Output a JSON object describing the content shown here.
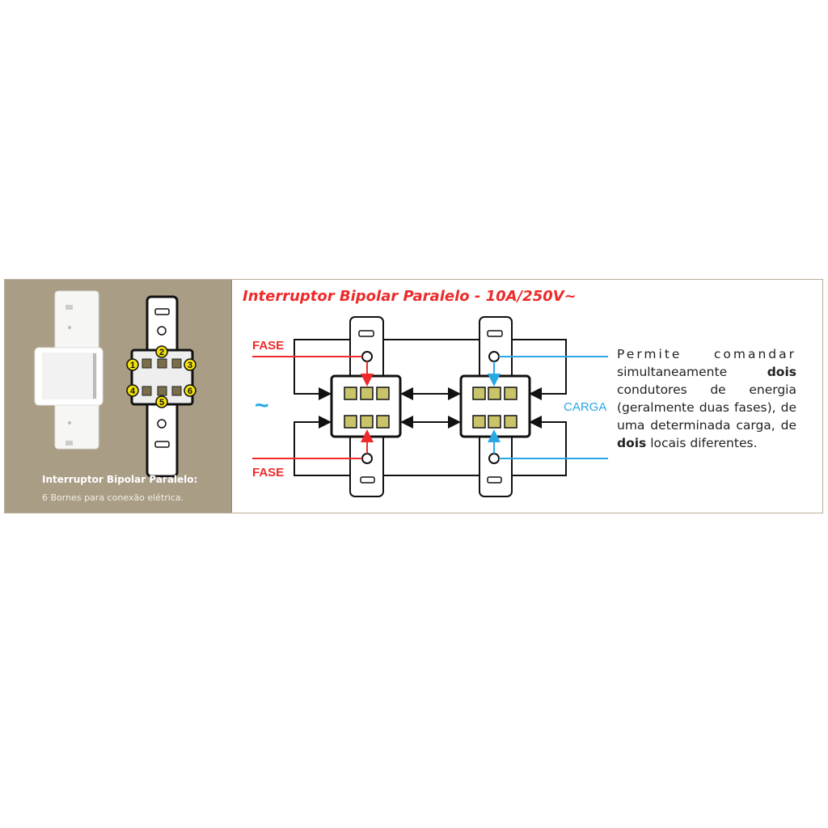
{
  "left_panel": {
    "caption_title": "Interruptor Bipolar Paralelo:",
    "caption_sub": "6 Bornes para conexão elétrica.",
    "terminal_numbers": [
      "1",
      "2",
      "3",
      "4",
      "5",
      "6"
    ]
  },
  "diagram": {
    "title": "Interruptor Bipolar Paralelo - 10A/250V~",
    "fase_top": "FASE",
    "fase_bottom": "FASE",
    "ac_symbol": "~",
    "carga": "CARGA",
    "colors": {
      "fase": "#ee2a2a",
      "carga": "#2aa8e6",
      "panel": "#a99d85"
    }
  },
  "description": {
    "line1": "Permite comandar",
    "line2": "simultaneamente",
    "line2_bold": "dois",
    "line3": "condutores de energia",
    "line4": "(geralmente duas fases), de",
    "line5": "uma determinada carga, de",
    "line6_bold": "dois",
    "line6": "locais diferentes."
  }
}
